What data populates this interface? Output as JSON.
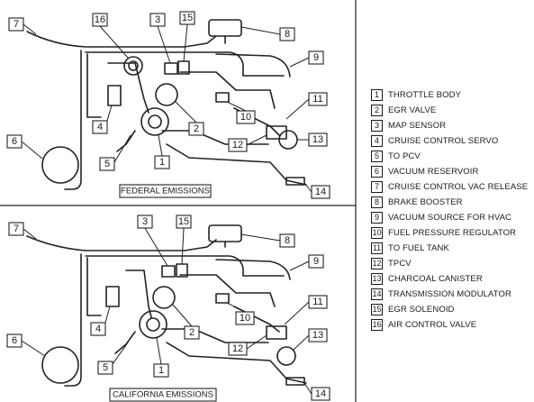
{
  "panels": {
    "federal": {
      "caption": "FEDERAL EMISSIONS"
    },
    "california": {
      "caption": "CALIFORNIA EMISSIONS"
    }
  },
  "legend": [
    {
      "num": "1",
      "label": "THROTTLE BODY"
    },
    {
      "num": "2",
      "label": "EGR VALVE"
    },
    {
      "num": "3",
      "label": "MAP SENSOR"
    },
    {
      "num": "4",
      "label": "CRUISE CONTROL SERVO"
    },
    {
      "num": "5",
      "label": "TO PCV"
    },
    {
      "num": "6",
      "label": "VACUUM RESERVOIR"
    },
    {
      "num": "7",
      "label": "CRUISE CONTROL VAC RELEASE"
    },
    {
      "num": "8",
      "label": "BRAKE BOOSTER"
    },
    {
      "num": "9",
      "label": "VACUUM SOURCE FOR HVAC"
    },
    {
      "num": "10",
      "label": "FUEL PRESSURE REGULATOR"
    },
    {
      "num": "11",
      "label": "TO FUEL TANK"
    },
    {
      "num": "12",
      "label": "TPCV"
    },
    {
      "num": "13",
      "label": "CHARCOAL CANISTER"
    },
    {
      "num": "14",
      "label": "TRANSMISSION MODULATOR"
    },
    {
      "num": "15",
      "label": "EGR SOLENOID"
    },
    {
      "num": "16",
      "label": "AIR CONTROL VALVE"
    }
  ],
  "callouts": {
    "federal": [
      "7",
      "16",
      "3",
      "15",
      "8",
      "9",
      "4",
      "2",
      "10",
      "11",
      "6",
      "5",
      "1",
      "12",
      "13",
      "14"
    ],
    "california": [
      "7",
      "3",
      "15",
      "8",
      "9",
      "4",
      "10",
      "11",
      "2",
      "6",
      "12",
      "13",
      "5",
      "1",
      "14"
    ]
  }
}
